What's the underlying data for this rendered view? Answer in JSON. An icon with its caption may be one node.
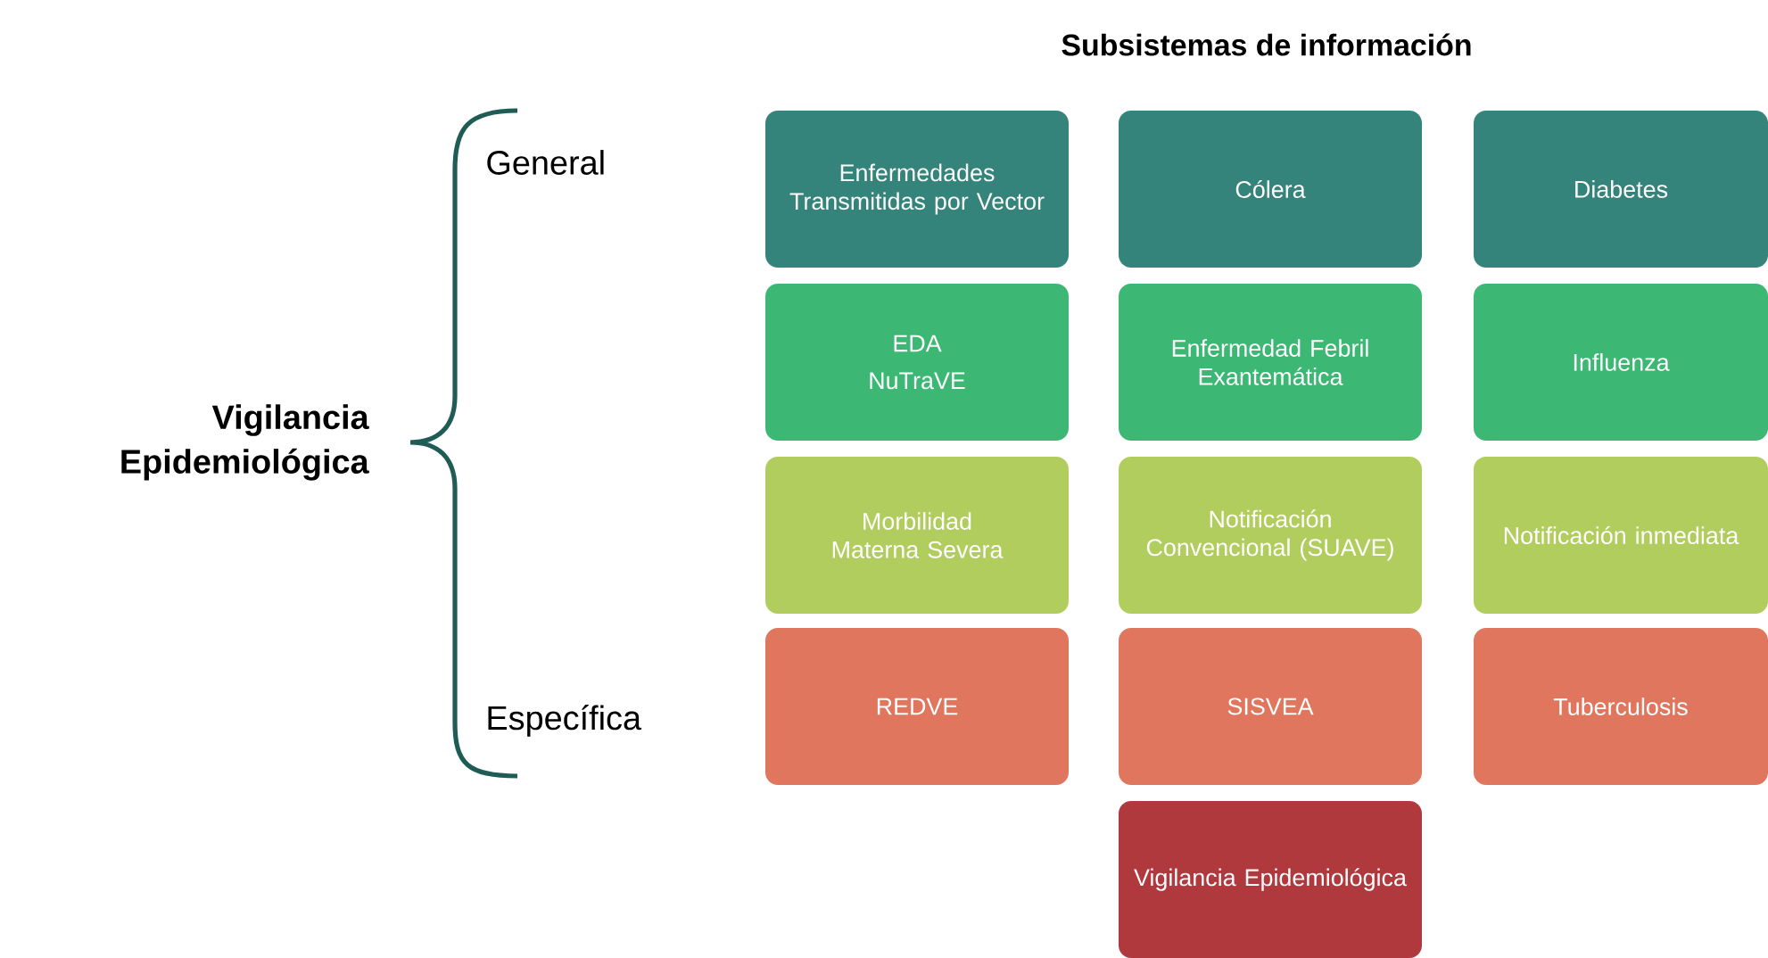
{
  "diagram": {
    "title": "Subsistemas de información",
    "nodes": [
      {
        "text": [
          "Enfermedades Transmitidas por Vector"
        ]
      },
      {
        "text": [
          "Cólera"
        ]
      },
      {
        "text": [
          "Diabetes"
        ]
      },
      {
        "text": [
          "EDA",
          "NuTraVE"
        ]
      },
      {
        "text": [
          "Enfermedad Febril Exantemática"
        ]
      },
      {
        "text": [
          "Influenza"
        ]
      },
      {
        "text": [
          "Morbilidad Materna Severa"
        ]
      },
      {
        "text": [
          "Notificación Convencional (SUAVE)"
        ]
      },
      {
        "text": [
          "Notificación inmediata"
        ]
      },
      {
        "text": [
          "REDVE"
        ]
      },
      {
        "text": [
          "SISVEA"
        ]
      },
      {
        "text": [
          "Tuberculosis"
        ]
      },
      {
        "text": [
          "Vigilancia Epidemiológica"
        ]
      }
    ],
    "labels": [
      "General",
      "Vigilancia Epidemiológica",
      "Específica"
    ]
  }
}
